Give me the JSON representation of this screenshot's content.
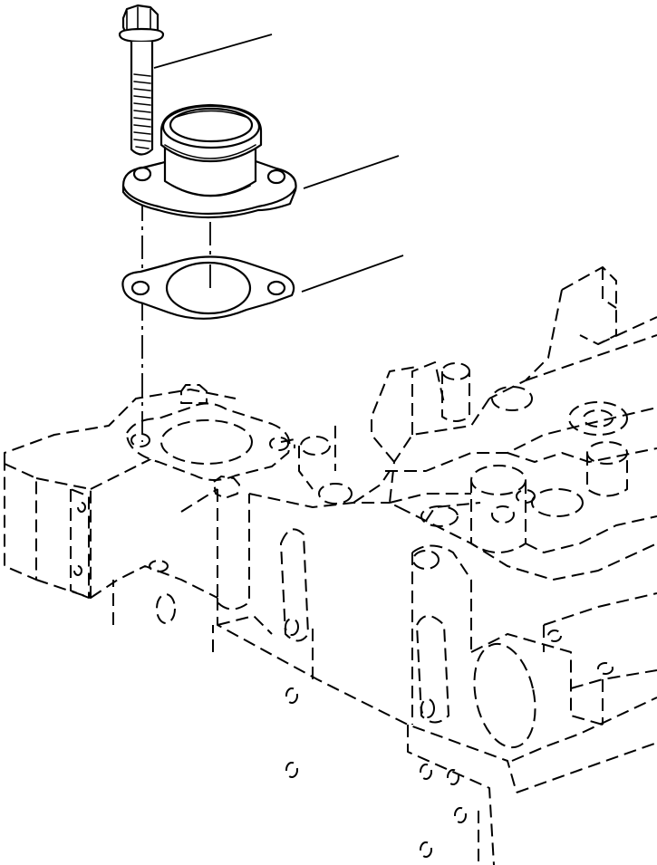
{
  "diagram": {
    "parts": [
      {
        "id": "bolt",
        "icon": "hex-flange-bolt"
      },
      {
        "id": "connector",
        "icon": "flanged-tube-connector"
      },
      {
        "id": "gasket",
        "icon": "two-hole-gasket"
      }
    ],
    "assembly": {
      "icon": "cylinder-head-phantom"
    },
    "colors": {
      "line": "#000000",
      "background": "#ffffff"
    }
  }
}
